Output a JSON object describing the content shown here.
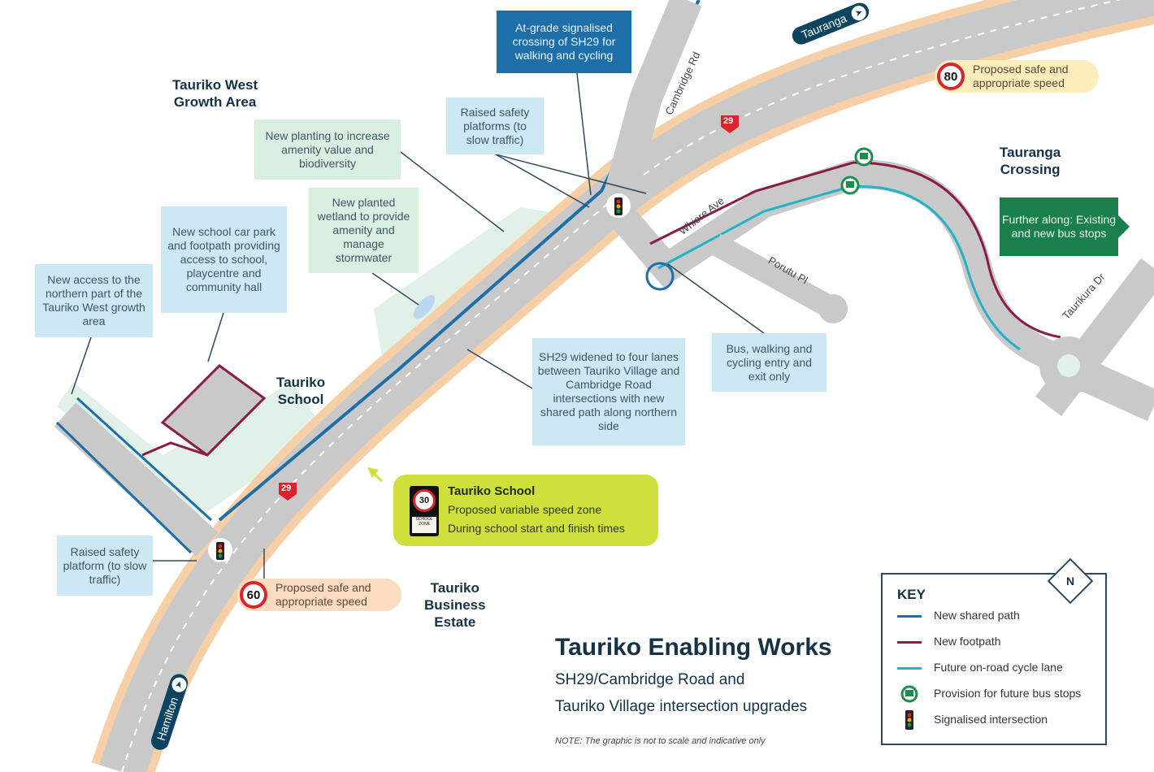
{
  "areas": {
    "tauriko_west": "Tauriko West\nGrowth Area",
    "tauriko_school": "Tauriko\nSchool",
    "tauranga_crossing": "Tauranga\nCrossing",
    "business_estate": "Tauriko\nBusiness\nEstate"
  },
  "callouts": {
    "atgrade": "At-grade signalised crossing of SH29 for walking and cycling",
    "raised_top": "Raised safety platforms (to slow traffic)",
    "planting": "New planting to increase amenity value and biodiversity",
    "wetland": "New planted wetland to provide amenity and manage stormwater",
    "carpark": "New school car park and footpath providing access to school, playcentre and community hall",
    "access": "New access to the northern part of the Tauriko West growth area",
    "widened": "SH29 widened to four lanes between Tauriko Village and Cambridge Road intersections with new shared path along northern side",
    "bus_entry": "Bus, walking and cycling entry and exit only",
    "raised_bottom": "Raised safety platform (to slow traffic)",
    "further": "Further along: Existing and new bus stops"
  },
  "speed": {
    "top": {
      "value": "80",
      "text": "Proposed safe and appropriate speed"
    },
    "bottom": {
      "value": "60",
      "text": "Proposed safe and appropriate speed"
    }
  },
  "school_zone": {
    "sign_value": "30",
    "sign_text": "SCHOOL ZONE",
    "title": "Tauriko School",
    "line1": "Proposed variable speed zone",
    "line2": "During school start and finish times"
  },
  "roads": {
    "tauranga": "Tauranga",
    "hamilton": "Hamilton",
    "cambridge": "Cambridge Rd",
    "whiore": "Whiore Ave",
    "porutu": "Porutu Pl",
    "taurikura": "Taurikura Dr",
    "sh": "29"
  },
  "title": {
    "main": "Tauriko Enabling Works",
    "sub1": "SH29/Cambridge Road and",
    "sub2": "Tauriko Village intersection upgrades",
    "note": "NOTE: The graphic is not to scale and indicative only"
  },
  "key": {
    "title": "KEY",
    "compass": "N",
    "items": [
      {
        "label": "New shared path",
        "color": "#1c6fa8"
      },
      {
        "label": "New footpath",
        "color": "#8a1c4a"
      },
      {
        "label": "Future on-road cycle lane",
        "color": "#22b3c6"
      },
      {
        "label": "Provision for future bus stops",
        "color": "#1a8f4b",
        "icon": "bus-stop-icon"
      },
      {
        "label": "Signalised intersection",
        "color": "#222222",
        "icon": "traffic-light-icon"
      }
    ]
  }
}
